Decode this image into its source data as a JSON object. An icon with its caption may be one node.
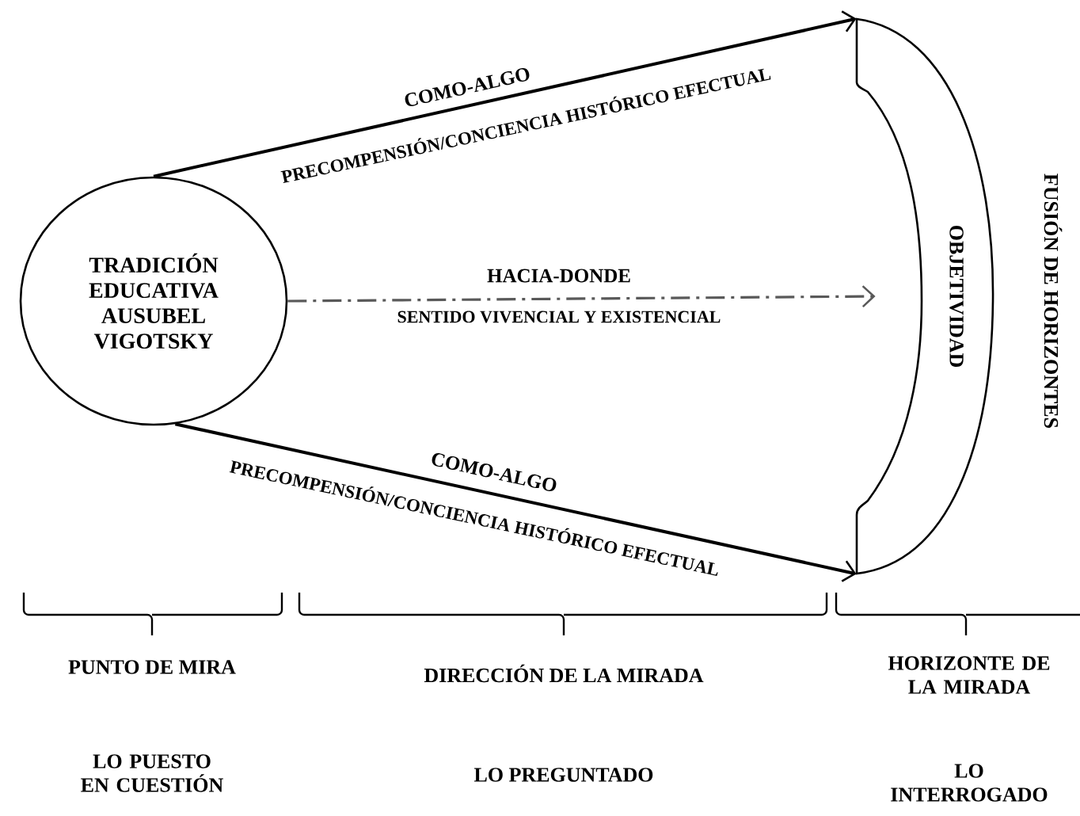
{
  "diagram": {
    "nodes": [
      {
        "text": [
          "TRADICIÓN EDUCATIVA AUSUBEL VIGOTSKY"
        ]
      },
      {
        "text": [
          "OBJETIVIDAD"
        ]
      }
    ],
    "edges": [
      {
        "from": 0,
        "to": 1,
        "arrow": "to",
        "label": "COMO-ALGO"
      },
      {
        "from": 0,
        "to": 1,
        "arrow": "to",
        "style": "dashed",
        "label": "HACIA-DONDE"
      },
      {
        "from": 0,
        "to": 1,
        "arrow": "to",
        "label": "COMO-ALGO"
      }
    ],
    "labels": [
      "PRECOMPENSIÓN/CONCIENCIA HISTÓRICO EFECTUAL",
      "SENTIDO VIVENCIAL Y EXISTENCIAL",
      "PRECOMPENSIÓN/CONCIENCIA HISTÓRICO EFECTUAL",
      "FUSIÓN DE HORIZONTES",
      "PUNTO DE MIRA",
      "DIRECCIÓN DE LA MIRADA",
      "HORIZONTE DE LA MIRADA",
      "LO PUESTO EN CUESTIÓN",
      "LO PREGUNTADO",
      "LO INTERROGADO"
    ]
  }
}
